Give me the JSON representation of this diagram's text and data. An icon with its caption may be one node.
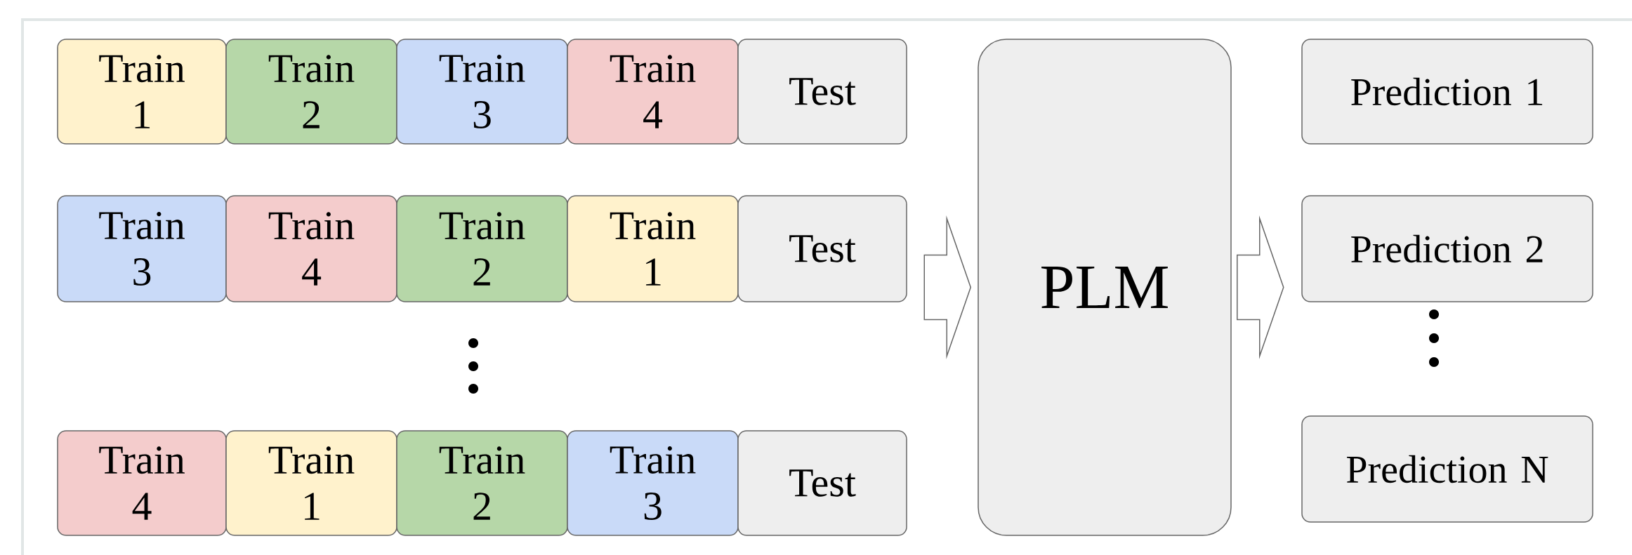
{
  "diagram": {
    "nodes": [
      {
        "text": [
          "Train 1"
        ]
      },
      {
        "text": [
          "Train 2"
        ]
      },
      {
        "text": [
          "Train 3"
        ]
      },
      {
        "text": [
          "Train 4"
        ]
      },
      {
        "text": [
          "Test"
        ]
      },
      {
        "text": [
          "Train 3"
        ]
      },
      {
        "text": [
          "Train 4"
        ]
      },
      {
        "text": [
          "Train 2"
        ]
      },
      {
        "text": [
          "Train 1"
        ]
      },
      {
        "text": [
          "Test"
        ]
      },
      {
        "text": [
          "Train 4"
        ]
      },
      {
        "text": [
          "Train 1"
        ]
      },
      {
        "text": [
          "Train 2"
        ]
      },
      {
        "text": [
          "Train 3"
        ]
      },
      {
        "text": [
          "Test"
        ]
      },
      {
        "text": [
          "PLM"
        ]
      },
      {
        "text": [
          "Prediction 1"
        ]
      },
      {
        "text": [
          "Prediction 2"
        ]
      },
      {
        "text": [
          "Prediction N"
        ]
      }
    ],
    "edges": [
      {
        "from": null,
        "to": 15,
        "arrow": "to"
      },
      {
        "from": 15,
        "to": null,
        "arrow": "to"
      }
    ]
  }
}
